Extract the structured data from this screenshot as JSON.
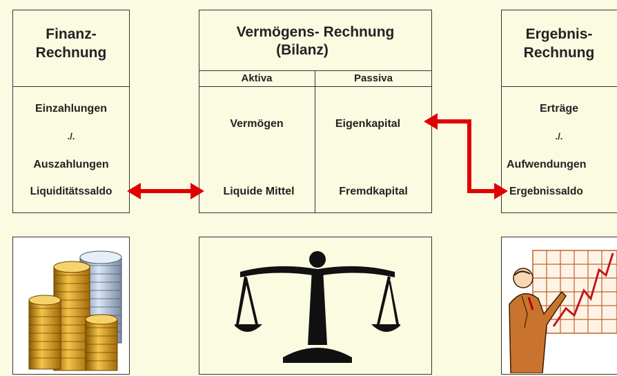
{
  "finanz": {
    "title_line1": "Finanz-",
    "title_line2": "Rechnung",
    "items": [
      "Einzahlungen",
      "./.",
      "Auszahlungen",
      "Liquiditätssaldo"
    ]
  },
  "bilanz": {
    "title_line1": "Vermögens- Rechnung",
    "title_line2": "(Bilanz)",
    "aktiva_header": "Aktiva",
    "passiva_header": "Passiva",
    "aktiva_items": [
      "Vermögen",
      "Liquide Mittel"
    ],
    "passiva_items": [
      "Eigenkapital",
      "Fremdkapital"
    ]
  },
  "ergebnis": {
    "title_line1": "Ergebnis-",
    "title_line2": "Rechnung",
    "items": [
      "Erträge",
      "./.",
      "Aufwendungen",
      "Ergebnissaldo"
    ]
  },
  "colors": {
    "background": "#fbfbe2",
    "arrow": "#e00000",
    "line": "#333333"
  },
  "icons": [
    "coins-icon",
    "scales-icon",
    "presenter-chart-icon"
  ]
}
